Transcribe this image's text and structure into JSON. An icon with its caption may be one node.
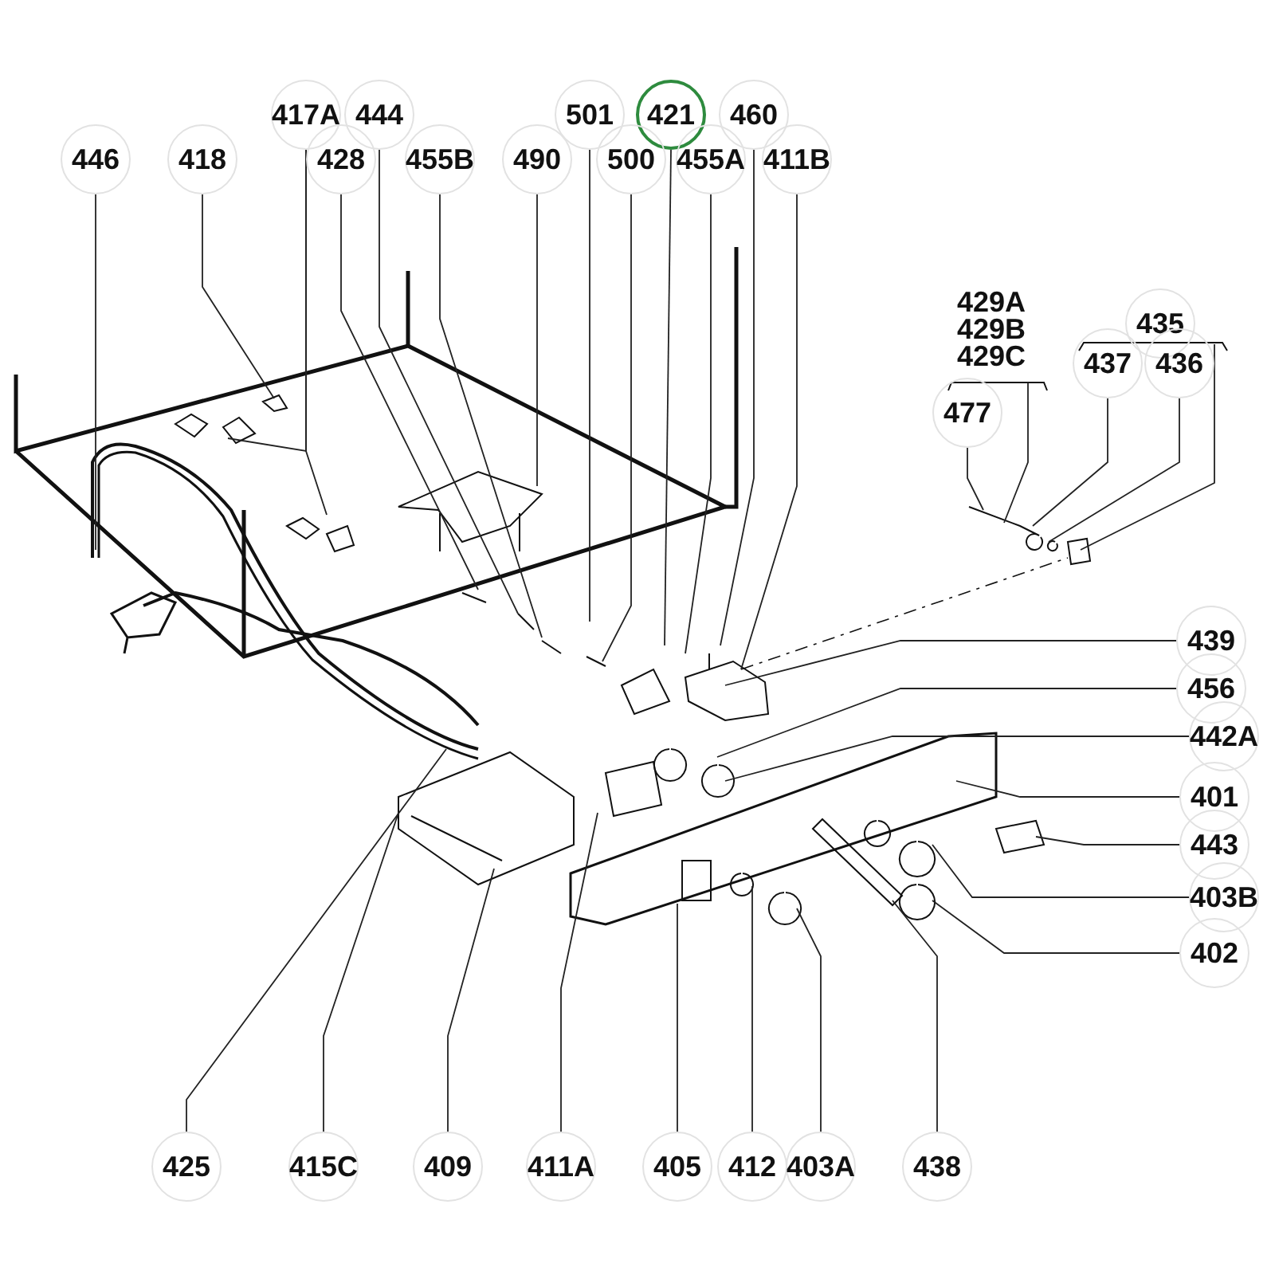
{
  "diagram": {
    "nodes": [
      {
        "text": [
          "417A"
        ]
      },
      {
        "text": [
          "444"
        ]
      },
      {
        "text": [
          "501"
        ]
      },
      {
        "text": [
          "421"
        ]
      },
      {
        "text": [
          "460"
        ]
      },
      {
        "text": [
          "446"
        ]
      },
      {
        "text": [
          "418"
        ]
      },
      {
        "text": [
          "428"
        ]
      },
      {
        "text": [
          "455B"
        ]
      },
      {
        "text": [
          "490"
        ]
      },
      {
        "text": [
          "500"
        ]
      },
      {
        "text": [
          "455A"
        ]
      },
      {
        "text": [
          "411B"
        ]
      },
      {
        "text": [
          "429A",
          "429B",
          "429C"
        ]
      },
      {
        "text": [
          "435"
        ]
      },
      {
        "text": [
          "477"
        ]
      },
      {
        "text": [
          "437"
        ]
      },
      {
        "text": [
          "436"
        ]
      },
      {
        "text": [
          "439"
        ]
      },
      {
        "text": [
          "456"
        ]
      },
      {
        "text": [
          "442A"
        ]
      },
      {
        "text": [
          "401"
        ]
      },
      {
        "text": [
          "443"
        ]
      },
      {
        "text": [
          "403B"
        ]
      },
      {
        "text": [
          "402"
        ]
      },
      {
        "text": [
          "425"
        ]
      },
      {
        "text": [
          "415C"
        ]
      },
      {
        "text": [
          "409"
        ]
      },
      {
        "text": [
          "411A"
        ]
      },
      {
        "text": [
          "405"
        ]
      },
      {
        "text": [
          "412"
        ]
      },
      {
        "text": [
          "403A"
        ]
      },
      {
        "text": [
          "438"
        ]
      }
    ],
    "edges": [
      {
        "from": 0,
        "to": null,
        "arrow": "none"
      },
      {
        "from": 0,
        "to": null,
        "arrow": "none"
      },
      {
        "from": 1,
        "to": null,
        "arrow": "none"
      },
      {
        "from": 2,
        "to": null,
        "arrow": "none"
      },
      {
        "from": 3,
        "to": null,
        "arrow": "none"
      },
      {
        "from": 4,
        "to": null,
        "arrow": "none"
      },
      {
        "from": 5,
        "to": null,
        "arrow": "none"
      },
      {
        "from": 6,
        "to": null,
        "arrow": "none"
      },
      {
        "from": 7,
        "to": null,
        "arrow": "none"
      },
      {
        "from": 8,
        "to": null,
        "arrow": "none"
      },
      {
        "from": 9,
        "to": null,
        "arrow": "none"
      },
      {
        "from": 10,
        "to": null,
        "arrow": "none"
      },
      {
        "from": 11,
        "to": null,
        "arrow": "none"
      },
      {
        "from": 12,
        "to": null,
        "arrow": "none"
      },
      {
        "from": 13,
        "to": null,
        "arrow": "none"
      },
      {
        "from": 14,
        "to": null,
        "arrow": "none"
      },
      {
        "from": 15,
        "to": null,
        "arrow": "none"
      },
      {
        "from": 16,
        "to": null,
        "arrow": "none"
      },
      {
        "from": 17,
        "to": null,
        "arrow": "none"
      },
      {
        "from": 18,
        "to": null,
        "arrow": "none"
      },
      {
        "from": 19,
        "to": null,
        "arrow": "none"
      },
      {
        "from": 20,
        "to": null,
        "arrow": "none"
      },
      {
        "from": 21,
        "to": null,
        "arrow": "none"
      },
      {
        "from": 22,
        "to": null,
        "arrow": "none"
      },
      {
        "from": 23,
        "to": null,
        "arrow": "none"
      },
      {
        "from": 24,
        "to": null,
        "arrow": "none"
      },
      {
        "from": 25,
        "to": null,
        "arrow": "none"
      },
      {
        "from": 26,
        "to": null,
        "arrow": "none"
      },
      {
        "from": 27,
        "to": null,
        "arrow": "none"
      },
      {
        "from": 28,
        "to": null,
        "arrow": "none"
      },
      {
        "from": 29,
        "to": null,
        "arrow": "none"
      },
      {
        "from": 30,
        "to": null,
        "arrow": "none"
      },
      {
        "from": 31,
        "to": null,
        "arrow": "none"
      },
      {
        "from": 32,
        "to": null,
        "arrow": "none"
      }
    ]
  }
}
